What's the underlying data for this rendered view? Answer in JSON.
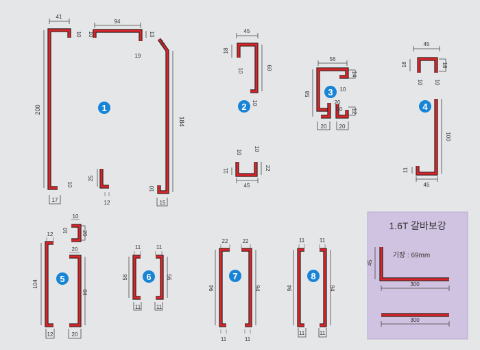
{
  "diagram": {
    "parts": [
      {
        "number": "1",
        "dims": [
          "41",
          "10",
          "94",
          "10",
          "13",
          "19",
          "10",
          "200",
          "184",
          "25",
          "12",
          "10",
          "17",
          "10",
          "15"
        ]
      },
      {
        "number": "2",
        "dims": [
          "45",
          "18",
          "60",
          "10",
          "10",
          "10",
          "10",
          "11",
          "22",
          "45"
        ]
      },
      {
        "number": "3",
        "dims": [
          "56",
          "14",
          "10",
          "58",
          "20",
          "20",
          "12",
          "20",
          "20"
        ]
      },
      {
        "number": "4",
        "dims": [
          "45",
          "18",
          "18",
          "10",
          "10",
          "100",
          "11",
          "45"
        ]
      },
      {
        "number": "5",
        "dims": [
          "12",
          "10",
          "10",
          "20",
          "104",
          "20",
          "84",
          "12",
          "20"
        ]
      },
      {
        "number": "6",
        "dims": [
          "11",
          "11",
          "56",
          "56",
          "11",
          "11"
        ]
      },
      {
        "number": "7",
        "dims": [
          "22",
          "22",
          "94",
          "94",
          "11",
          "11"
        ]
      },
      {
        "number": "8",
        "dims": [
          "11",
          "11",
          "94",
          "94",
          "11",
          "11"
        ]
      }
    ],
    "panel": {
      "title": "1.6T 갈바보강",
      "spec": "기장 : 69mm",
      "dims": [
        "45",
        "300",
        "300"
      ]
    }
  }
}
